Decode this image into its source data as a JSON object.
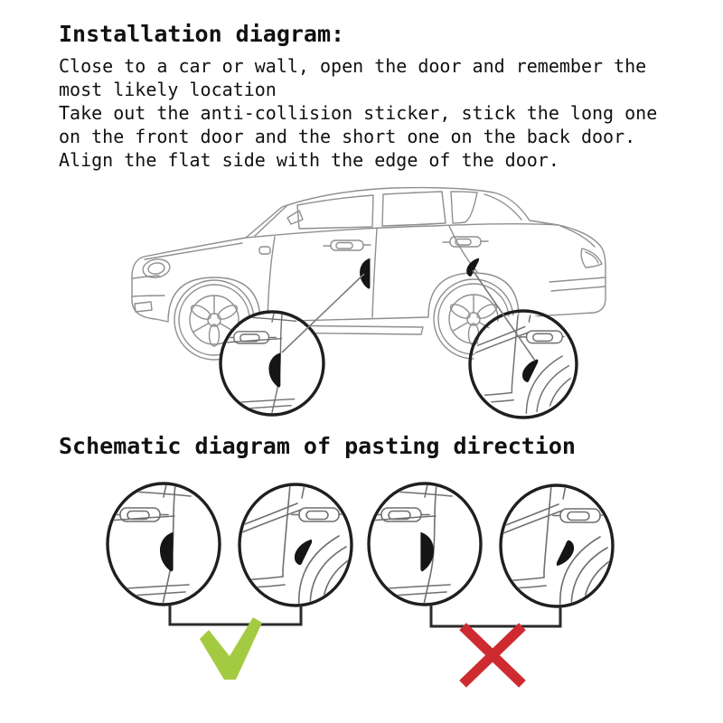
{
  "header": {
    "title": "Installation diagram:",
    "instructions": [
      "Close to a car or wall, open the door and remember the most likely location",
      "Take out the anti-collision sticker, stick the long one on the front door and the short one on the back door.",
      "Align the flat side with the edge of the door.",
      ""
    ]
  },
  "schematic": {
    "heading": "Schematic diagram of pasting direction"
  },
  "indicators": {
    "correct_icon": "checkmark-icon",
    "incorrect_icon": "cross-icon"
  },
  "colors": {
    "text": "#111111",
    "car_line_art": "#8f8f8f",
    "circle_outline": "#1f1f1f",
    "sticker": "#151515",
    "check_green": "#a4ca41",
    "cross_red": "#ce2b31"
  }
}
